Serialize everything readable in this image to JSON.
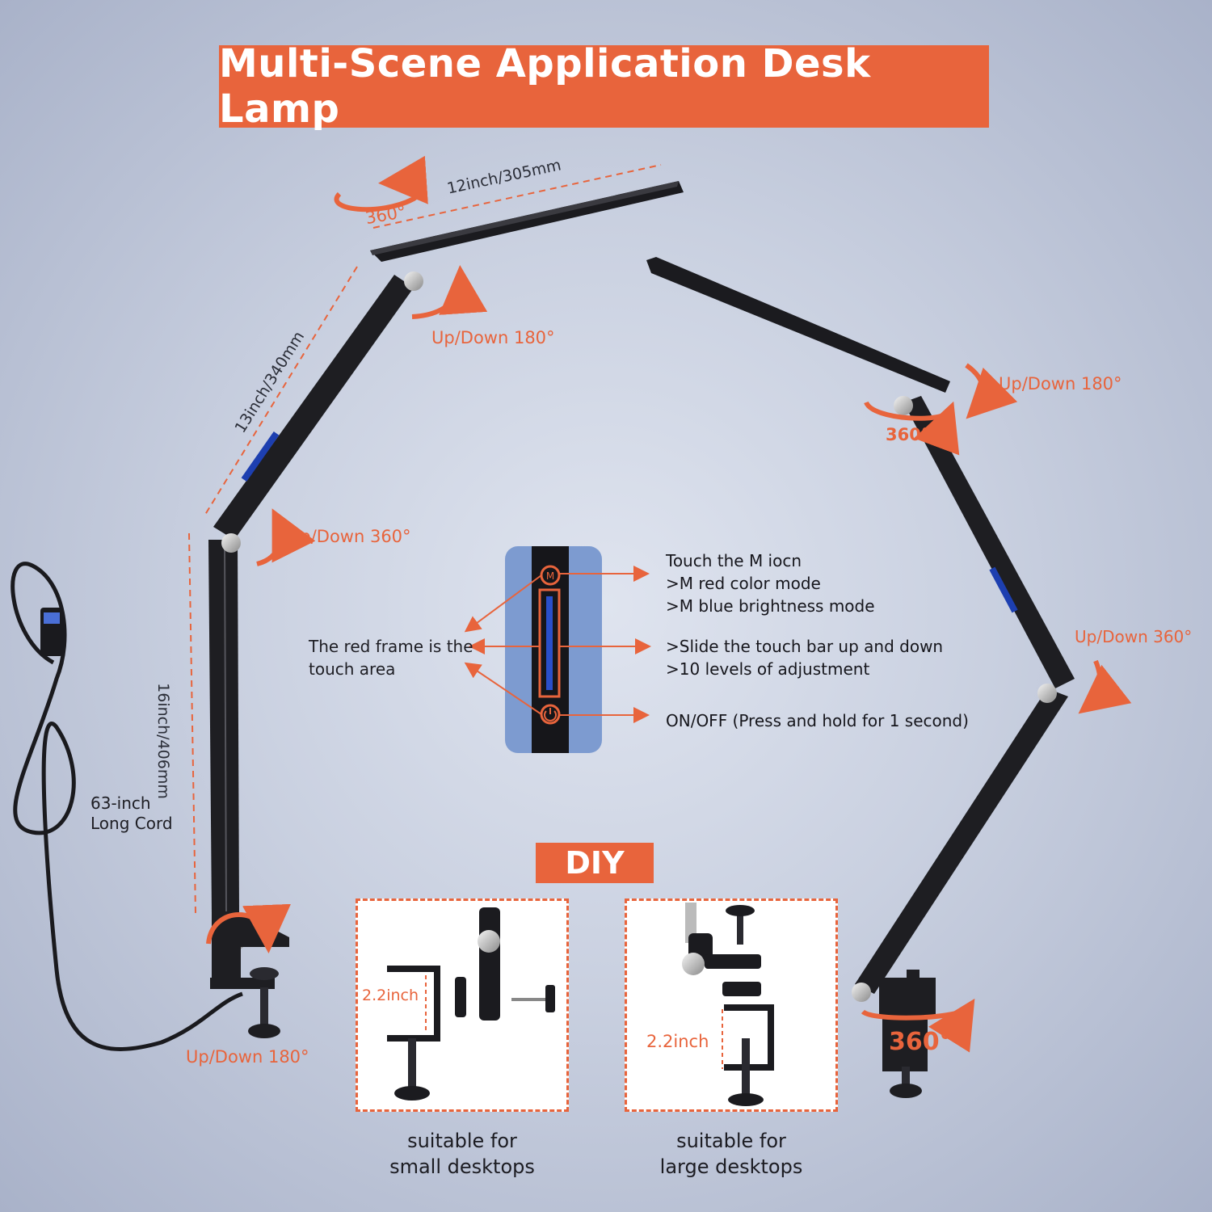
{
  "title": "Multi-Scene Application Desk Lamp",
  "dimensions": {
    "head_length": "12inch/305mm",
    "upper_arm": "13inch/340mm",
    "lower_arm": "16inch/406mm"
  },
  "rotation_labels": {
    "head_swivel": "360°",
    "head_tilt_left": "Up/Down 180°",
    "elbow_left": "Up/Down 360°",
    "base_left": "Up/Down 180°",
    "head_tilt_right": "Up/Down 180°",
    "head_swivel_right": "360°",
    "elbow_right": "Up/Down 360°",
    "base_swivel_right": "360°"
  },
  "cord": {
    "line1": "63-inch",
    "line2": "Long Cord"
  },
  "touch_panel": {
    "frame_note_line1": "The red frame is the",
    "frame_note_line2": "touch area",
    "m_icon": {
      "line1": "Touch the M iocn",
      "line2": ">M red color mode",
      "line3": ">M blue brightness mode"
    },
    "slide_bar": {
      "line1": ">Slide the touch bar up and down",
      "line2": ">10 levels of adjustment"
    },
    "power": "ON/OFF (Press and hold for 1 second)"
  },
  "diy": {
    "badge": "DIY",
    "small": {
      "measure": "2.2inch",
      "caption_line1": "suitable for",
      "caption_line2": "small desktops"
    },
    "large": {
      "measure": "2.2inch",
      "caption_line1": "suitable for",
      "caption_line2": "large desktops"
    }
  },
  "colors": {
    "accent": "#e8643c",
    "lamp": "#1b1b1f",
    "touch_blue": "#2a4fc9"
  }
}
